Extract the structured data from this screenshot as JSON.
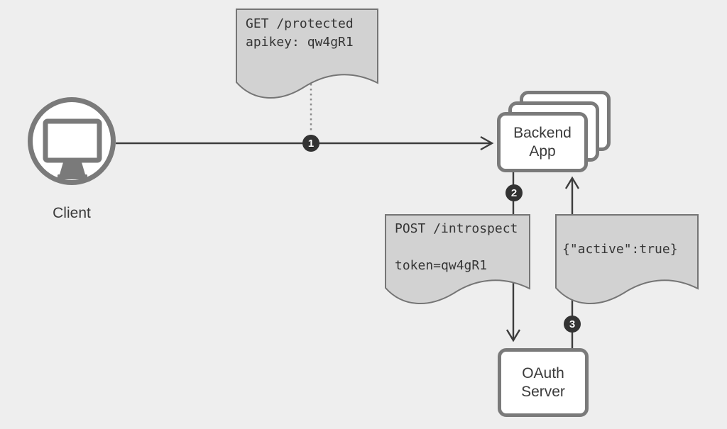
{
  "colors": {
    "canvas_bg": "#eeeeee",
    "node_fill": "#ffffff",
    "node_border": "#7a7a7a",
    "note_fill": "#d2d2d2",
    "note_border": "#757575",
    "line_color": "#3c3c3c",
    "badge_bg": "#333333",
    "badge_text": "#ffffff",
    "text_color": "#3a3a3a"
  },
  "client": {
    "label": "Client"
  },
  "backend_app": {
    "line1": "Backend",
    "line2": "App"
  },
  "oauth_server": {
    "line1": "OAuth",
    "line2": "Server"
  },
  "notes": {
    "request": {
      "line1": "GET /protected",
      "line2": "apikey: qw4gR1"
    },
    "introspection_request": {
      "line1": "POST /introspect",
      "line2": "token=qw4gR1"
    },
    "introspection_response": {
      "line1": "{\"active\":true}"
    }
  },
  "steps": {
    "step1": "1",
    "step2": "2",
    "step3": "3"
  }
}
